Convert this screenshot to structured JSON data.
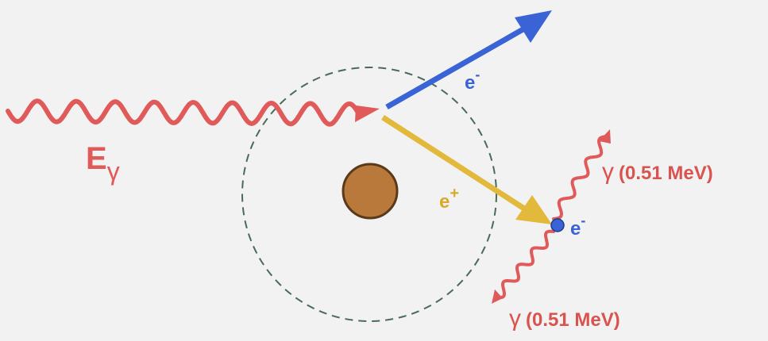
{
  "labels": {
    "photon_energy": "E",
    "photon_energy_sub": "γ",
    "electron": "e",
    "electron_sup": "-",
    "positron": "e",
    "positron_sup": "+",
    "annihilation_electron": "e",
    "annihilation_electron_sup": "-",
    "gamma_upper_symbol": "γ",
    "gamma_upper_energy": "(0.51 MeV)",
    "gamma_lower_symbol": "γ",
    "gamma_lower_energy": "(0.51 MeV)"
  },
  "colors": {
    "background": "#f2f2f2",
    "photon": "#e05a5a",
    "electron": "#3a63d6",
    "positron": "#e2b93a",
    "nucleus_fill": "#b8793a",
    "nucleus_stroke": "#5a3a1a",
    "shell": "#4a6a5a",
    "gamma_label": "#d9534f",
    "electron_label": "#3a63d6",
    "positron_label": "#d8a92a"
  }
}
